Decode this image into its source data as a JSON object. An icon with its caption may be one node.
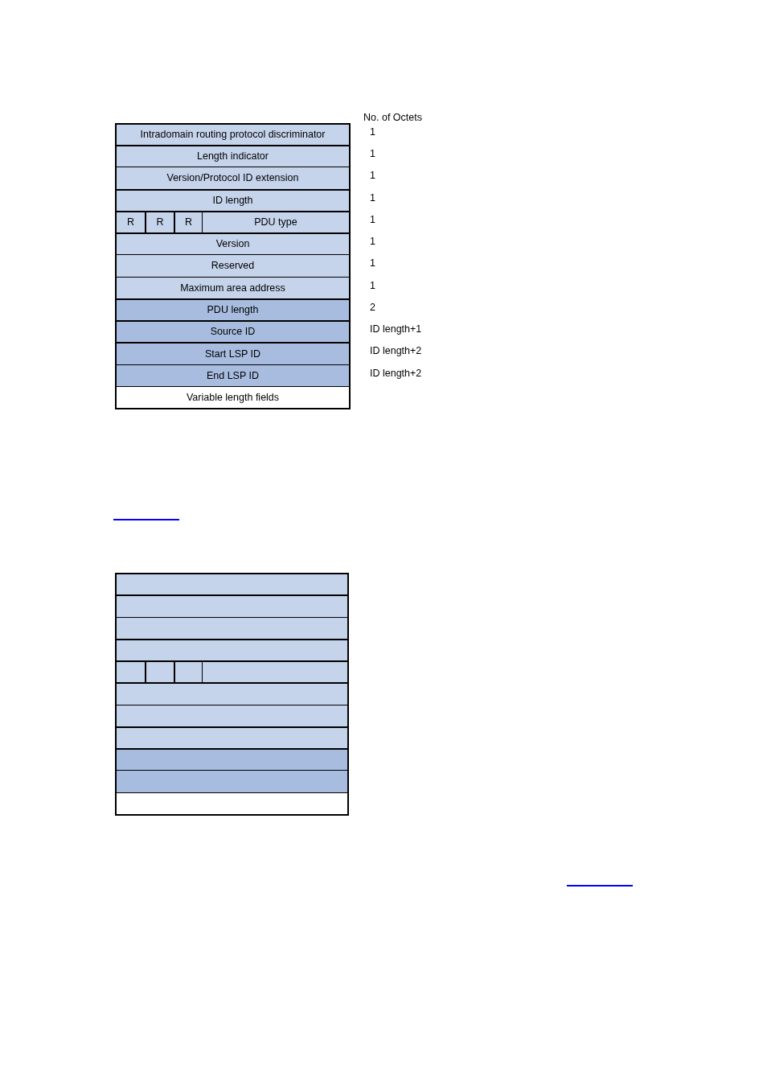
{
  "diagram": {
    "nodes": [
      {
        "text": [
          "Intradomain routing protocol discriminator"
        ],
        "beside": [
          "1"
        ]
      },
      {
        "text": [
          "Length indicator"
        ],
        "beside": [
          "1"
        ]
      },
      {
        "text": [
          "Version/Protocol ID extension"
        ],
        "beside": [
          "1"
        ]
      },
      {
        "text": [
          "ID length"
        ],
        "beside": [
          "1"
        ]
      },
      {
        "text": [
          "R"
        ]
      },
      {
        "text": [
          "R"
        ]
      },
      {
        "text": [
          "R"
        ]
      },
      {
        "text": [
          "PDU type"
        ],
        "beside": [
          "1"
        ]
      },
      {
        "text": [
          "Version"
        ],
        "beside": [
          "1"
        ]
      },
      {
        "text": [
          "Reserved"
        ],
        "beside": [
          "1"
        ]
      },
      {
        "text": [
          "Maximum area address"
        ],
        "beside": [
          "1"
        ]
      },
      {
        "text": [
          "PDU length"
        ],
        "beside": [
          "2"
        ]
      },
      {
        "text": [
          "Source ID"
        ],
        "beside": [
          "ID length+1"
        ]
      },
      {
        "text": [
          "Start LSP ID"
        ],
        "beside": [
          "ID length+2"
        ]
      },
      {
        "text": [
          "End LSP ID"
        ],
        "beside": [
          "ID length+2"
        ]
      },
      {
        "text": [
          "Variable length fields"
        ]
      },
      {
        "text": [],
        "shape": "box"
      },
      {
        "text": [],
        "shape": "box"
      },
      {
        "text": [],
        "shape": "box"
      },
      {
        "text": [],
        "shape": "box"
      },
      {
        "text": [],
        "shape": "box"
      },
      {
        "text": [],
        "shape": "box"
      },
      {
        "text": [],
        "shape": "box"
      },
      {
        "text": [],
        "shape": "box"
      },
      {
        "text": [],
        "shape": "box"
      },
      {
        "text": [],
        "shape": "box"
      },
      {
        "text": [],
        "shape": "box"
      },
      {
        "text": [],
        "shape": "box"
      },
      {
        "text": [],
        "shape": "box"
      },
      {
        "text": [],
        "shape": "box"
      }
    ],
    "labels": [
      "No. of Octets"
    ]
  }
}
